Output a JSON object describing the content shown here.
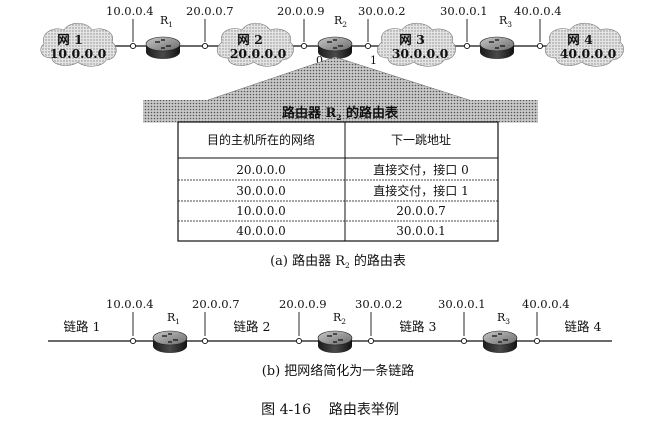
{
  "diagram_a": {
    "networks": [
      {
        "label": "网 1",
        "address": "10.0.0.0"
      },
      {
        "label": "网 2",
        "address": "20.0.0.0"
      },
      {
        "label": "网 3",
        "address": "30.0.0.0"
      },
      {
        "label": "网 4",
        "address": "40.0.0.0"
      }
    ],
    "routers": [
      {
        "name": "R",
        "sub": "1"
      },
      {
        "name": "R",
        "sub": "2"
      },
      {
        "name": "R",
        "sub": "3"
      }
    ],
    "interfaces": [
      "10.0.0.4",
      "20.0.0.7",
      "20.0.0.9",
      "30.0.0.2",
      "30.0.0.1",
      "40.0.0.4"
    ],
    "ports": [
      "0",
      "1"
    ],
    "table": {
      "title_pre": "路由器 R",
      "title_sub": "2",
      "title_post": " 的路由表",
      "headers": [
        "目的主机所在的网络",
        "下一跳地址"
      ],
      "rows": [
        [
          "20.0.0.0",
          "直接交付，接口 0"
        ],
        [
          "30.0.0.0",
          "直接交付，接口 1"
        ],
        [
          "10.0.0.0",
          "20.0.0.7"
        ],
        [
          "40.0.0.0",
          "30.0.0.1"
        ]
      ]
    },
    "caption_pre": "(a) 路由器 R",
    "caption_sub": "2",
    "caption_post": " 的路由表"
  },
  "diagram_b": {
    "links": [
      "链路 1",
      "链路 2",
      "链路 3",
      "链路 4"
    ],
    "routers": [
      {
        "name": "R",
        "sub": "1"
      },
      {
        "name": "R",
        "sub": "2"
      },
      {
        "name": "R",
        "sub": "3"
      }
    ],
    "interfaces": [
      "10.0.0.4",
      "20.0.0.7",
      "20.0.0.9",
      "30.0.0.2",
      "30.0.0.1",
      "40.0.0.4"
    ],
    "caption": "(b) 把网络简化为一条链路"
  },
  "figure_caption": "图 4-16    路由表举例"
}
